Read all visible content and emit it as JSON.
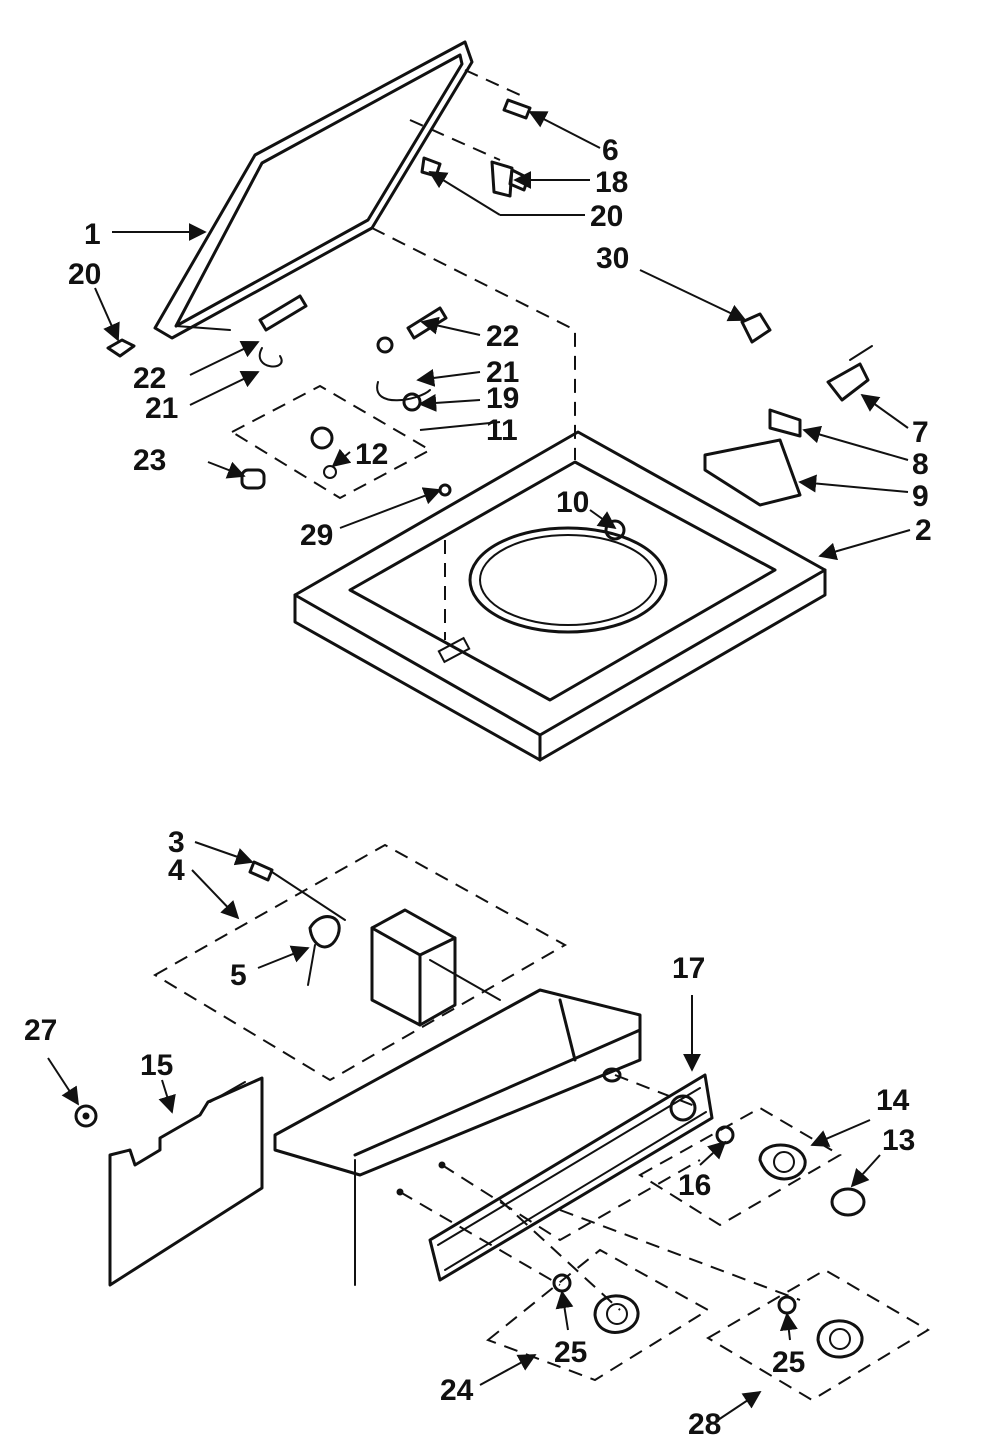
{
  "colors": {
    "ink": "#111111",
    "paper": "#ffffff"
  },
  "callouts": [
    {
      "id": "c1",
      "text": "1"
    },
    {
      "id": "c2",
      "text": "2"
    },
    {
      "id": "c3",
      "text": "3"
    },
    {
      "id": "c4",
      "text": "4"
    },
    {
      "id": "c5",
      "text": "5"
    },
    {
      "id": "c6",
      "text": "6"
    },
    {
      "id": "c7",
      "text": "7"
    },
    {
      "id": "c8",
      "text": "8"
    },
    {
      "id": "c9",
      "text": "9"
    },
    {
      "id": "c10",
      "text": "10"
    },
    {
      "id": "c11",
      "text": "11"
    },
    {
      "id": "c12",
      "text": "12"
    },
    {
      "id": "c13",
      "text": "13"
    },
    {
      "id": "c14",
      "text": "14"
    },
    {
      "id": "c15",
      "text": "15"
    },
    {
      "id": "c16",
      "text": "16"
    },
    {
      "id": "c17",
      "text": "17"
    },
    {
      "id": "c18",
      "text": "18"
    },
    {
      "id": "c19",
      "text": "19"
    },
    {
      "id": "c20a",
      "text": "20"
    },
    {
      "id": "c20b",
      "text": "20"
    },
    {
      "id": "c21a",
      "text": "21"
    },
    {
      "id": "c21b",
      "text": "21"
    },
    {
      "id": "c22a",
      "text": "22"
    },
    {
      "id": "c22b",
      "text": "22"
    },
    {
      "id": "c23",
      "text": "23"
    },
    {
      "id": "c24",
      "text": "24"
    },
    {
      "id": "c25a",
      "text": "25"
    },
    {
      "id": "c25b",
      "text": "25"
    },
    {
      "id": "c27",
      "text": "27"
    },
    {
      "id": "c28",
      "text": "28"
    },
    {
      "id": "c29",
      "text": "29"
    },
    {
      "id": "c30",
      "text": "30"
    }
  ]
}
